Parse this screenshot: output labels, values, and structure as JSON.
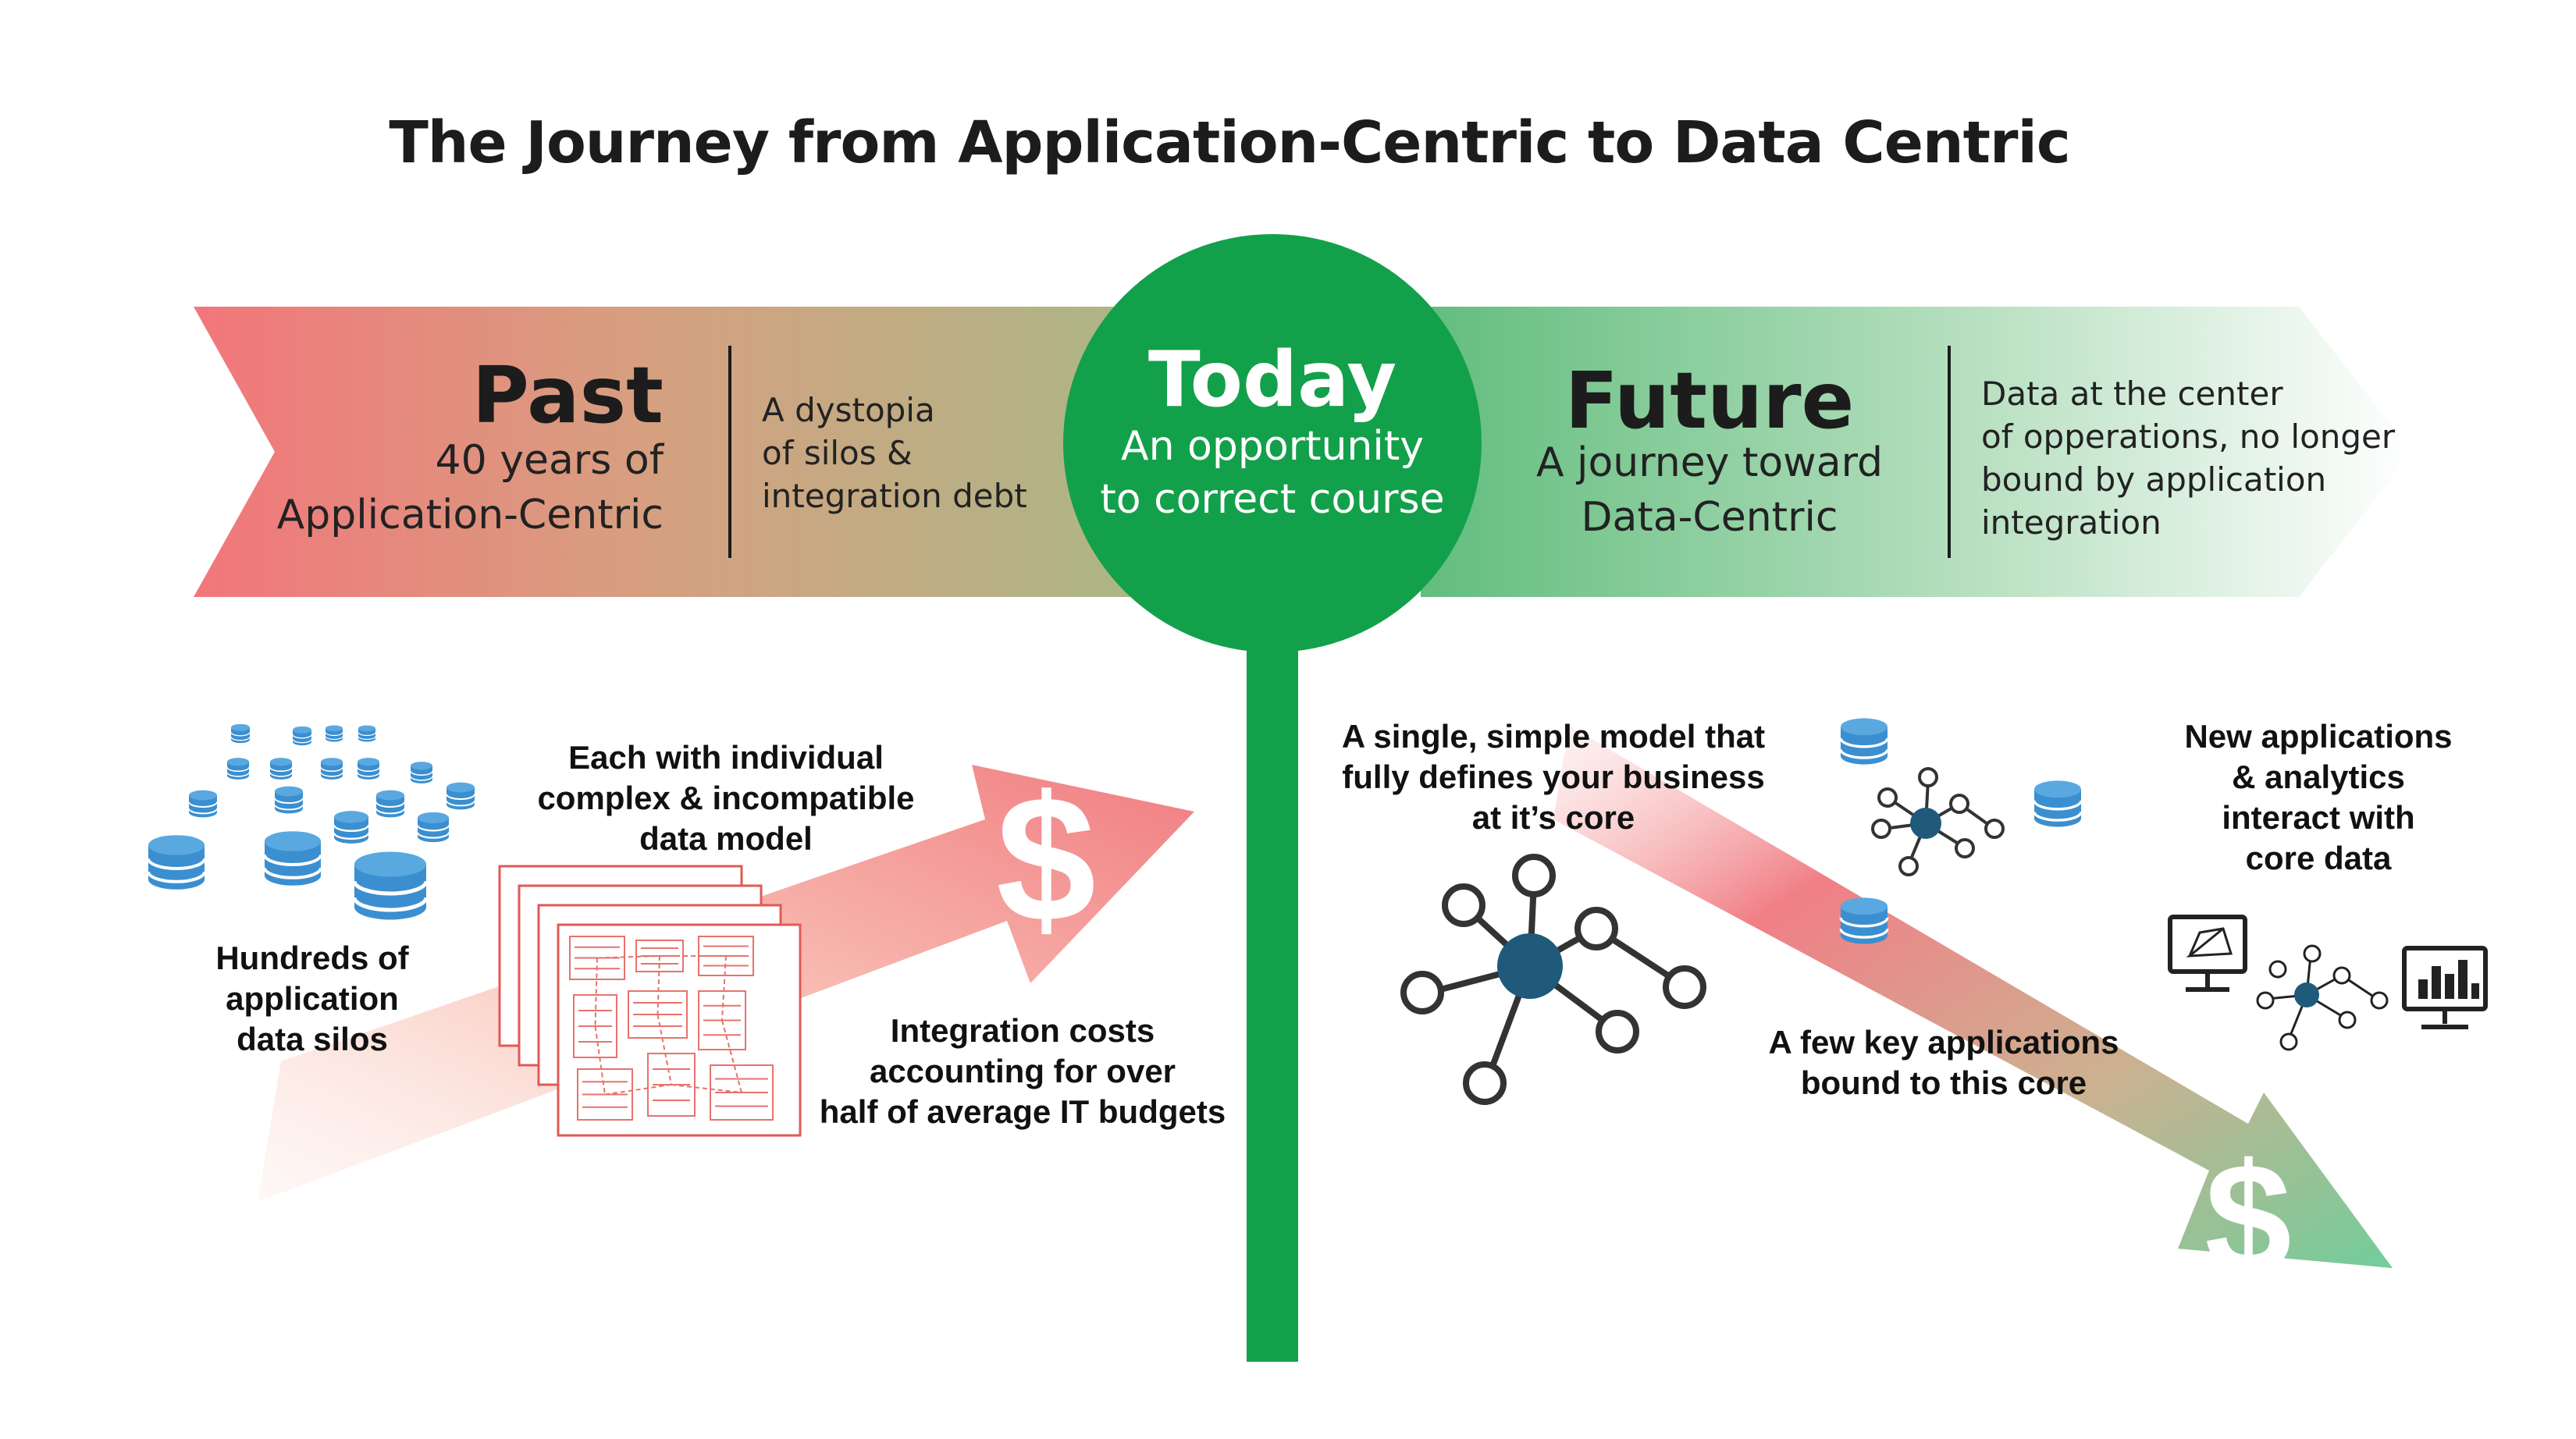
{
  "title": "The Journey from Application-Centric to Data Centric",
  "past": {
    "heading": "Past",
    "subtitle": [
      "40 years of",
      "Application-Centric"
    ],
    "note": [
      "A dystopia",
      "of silos &",
      "integration debt"
    ]
  },
  "today": {
    "heading": "Today",
    "subtitle": [
      "An opportunity",
      "to correct course"
    ]
  },
  "future": {
    "heading": "Future",
    "subtitle": [
      "A journey toward",
      "Data-Centric"
    ],
    "note": [
      "Data at the center",
      "of opperations, no longer",
      "bound by application",
      "integration"
    ]
  },
  "left_panel": {
    "silos_label": [
      "Hundreds of",
      "application",
      "data silos"
    ],
    "models_label": [
      "Each with individual",
      "complex & incompatible",
      "data model"
    ],
    "costs_label": [
      "Integration costs",
      "accounting for over",
      "half of average IT budgets"
    ],
    "currency_symbol": "$"
  },
  "right_panel": {
    "model_label": [
      "A single, simple model that",
      "fully defines your business",
      "at it’s core"
    ],
    "apps_label": [
      "New applications",
      "& analytics",
      "interact with",
      "core data"
    ],
    "bound_label": [
      "A few key applications",
      "bound to this core"
    ],
    "currency_symbol": "$"
  },
  "colors": {
    "past_red": "#f07b7e",
    "middle_olive": "#b5b88a",
    "today_green": "#13a04a",
    "future_green": "#8dcb9a",
    "db_blue": "#3b8fd0",
    "node_navy": "#1f5a7a",
    "node_outline": "#3a3a3a"
  }
}
